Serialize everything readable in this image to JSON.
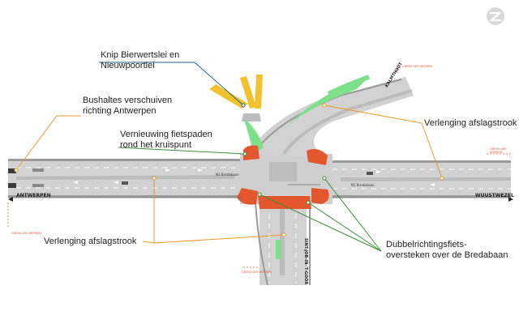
{
  "brand": {
    "logo": "logo-icon"
  },
  "annotations": {
    "knip": [
      "Knip Bierwertslei en",
      "Nieuwpoortlei"
    ],
    "bushaltes": [
      "Bushaltes verschuiven",
      "richting Antwerpen"
    ],
    "fietspaden": [
      "Vernieuwing fietspaden",
      "rond het kruispunt"
    ],
    "afslag_right": "Verlenging afslagstrook",
    "afslag_left": "Verlenging afslagstrook",
    "dubbel": [
      "Dubbelrichtingsfiets-",
      "oversteken over de Bredabaan"
    ]
  },
  "directions": {
    "antwerpen": "ANTWERPEN",
    "wuustwezel": "WUUSTWEZEL",
    "kalmthout": "KALMTHOUT",
    "sint_job": "SINT-JOB-IN-'T-GOOR"
  },
  "road_labels": {
    "n1_left": "N1 Bredabaan",
    "n1_right": "N1 Bredabaan"
  },
  "limits": {
    "top": "GRENS DER WERKEN",
    "right": "GRENS DER WERKEN",
    "left": "GRENS DER WERKEN",
    "bottom": "GRENS DER WERKEN"
  },
  "colors": {
    "road": "#c9c9c9",
    "road_dark": "#a8a8a8",
    "island": "#dcdcdc",
    "green": "#7fe08a",
    "orange_area": "#e4572e",
    "yellow": "#f2c12e",
    "blue_line": "#1f5f8b",
    "green_line": "#3d8f3a",
    "orange_line": "#e99a2b"
  }
}
